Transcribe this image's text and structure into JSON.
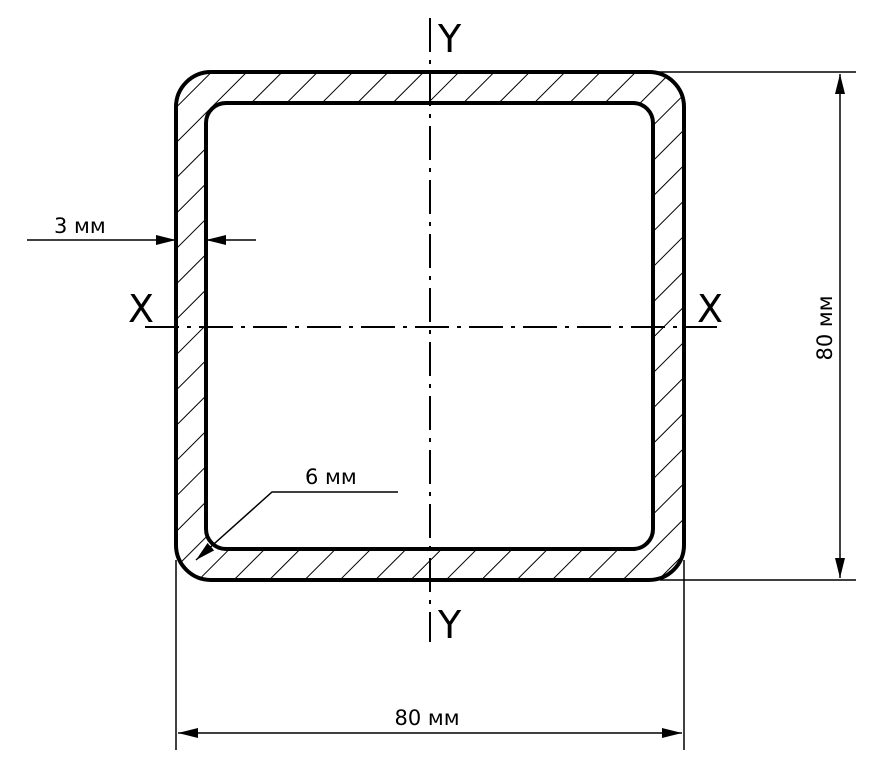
{
  "diagram": {
    "title": "Square hollow section cross-section",
    "axes": {
      "y_top": "Y",
      "y_bottom": "Y",
      "x_left": "X",
      "x_right": "X"
    },
    "dimensions": {
      "wall_thickness": "3 мм",
      "corner_radius": "6 мм",
      "height": "80 мм",
      "width": "80 мм"
    },
    "colors": {
      "stroke": "#000000",
      "background": "#ffffff"
    }
  }
}
